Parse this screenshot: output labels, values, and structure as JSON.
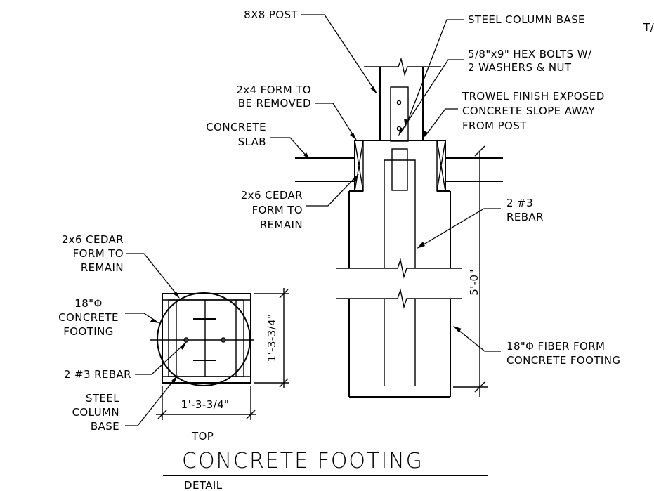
{
  "title": {
    "pre": "TOP",
    "main": "CONCRETE FOOTING",
    "post": "DETAIL"
  },
  "corner_text": "T/",
  "callouts": {
    "post": "8X8 POST",
    "steel_base": "STEEL COLUMN BASE",
    "bolts": [
      "5/8\"x9\" HEX BOLTS W/",
      "2 WASHERS & NUT"
    ],
    "form_removed": [
      "2x4 FORM TO",
      "BE REMOVED"
    ],
    "trowel": [
      "TROWEL FINISH EXPOSED",
      "CONCRETE SLOPE AWAY",
      "FROM POST"
    ],
    "slab": [
      "CONCRETE",
      "SLAB"
    ],
    "cedar_section": [
      "2x6 CEDAR",
      "FORM TO",
      "REMAIN"
    ],
    "rebar_section": [
      "2 #3",
      "REBAR"
    ],
    "fiber_form": [
      "18\"Φ FIBER FORM",
      "CONCRETE FOOTING"
    ],
    "cedar_plan": [
      "2x6 CEDAR",
      "FORM TO",
      "REMAIN"
    ],
    "footing_plan": [
      "18\"Φ",
      "CONCRETE",
      "FOOTING"
    ],
    "rebar_plan": "2 #3 REBAR",
    "steel_base_plan": [
      "STEEL",
      "COLUMN",
      "BASE"
    ]
  },
  "dimensions": {
    "height": "5'-0\"",
    "plan_width": "1'-3-3/4\"",
    "plan_height": "1'-3-3/4\""
  }
}
